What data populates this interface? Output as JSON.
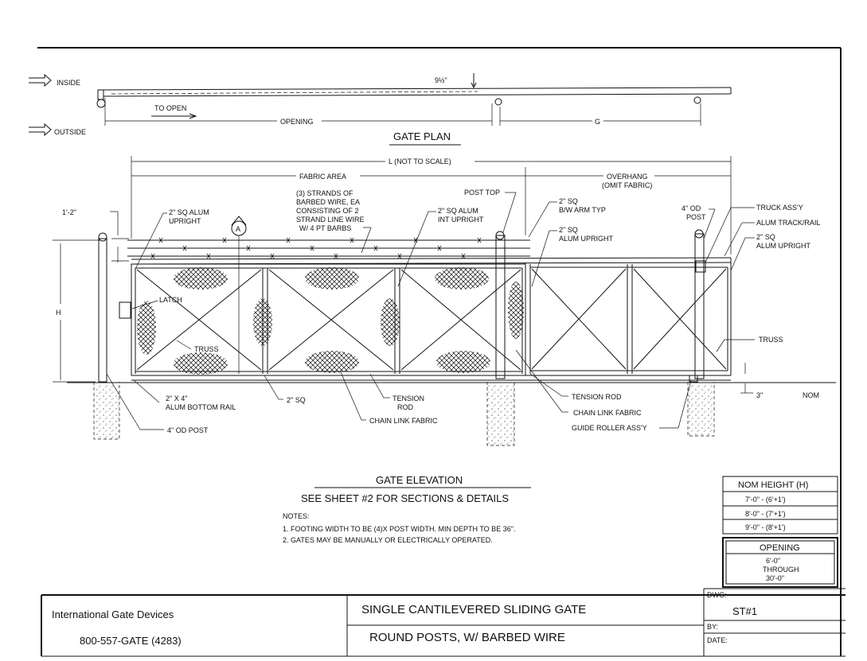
{
  "plan": {
    "inside": "INSIDE",
    "outside": "OUTSIDE",
    "offset": "9½\"",
    "to_open": "TO OPEN",
    "opening": "OPENING",
    "g": "G",
    "title": "GATE PLAN"
  },
  "elevation": {
    "l_dim": "L (NOT TO SCALE)",
    "fabric_area": "FABRIC AREA",
    "overhang": "OVERHANG",
    "omit_fabric": "(OMIT FABRIC)",
    "one_two": "1'-2\"",
    "h": "H",
    "callout_a": "A",
    "latch": "LATCH",
    "truss_left": "TRUSS",
    "truss_right": "TRUSS",
    "nom_3": "3\"",
    "nom": "NOM",
    "title": "GATE ELEVATION",
    "see_sheet": "SEE SHEET #2 FOR SECTIONS & DETAILS",
    "labels": {
      "sq_alum_upright": [
        "2\" SQ ALUM",
        "UPRIGHT"
      ],
      "barbed": [
        "(3) STRANDS OF",
        "BARBED WIRE, EA",
        "CONSISTING OF 2",
        "STRAND LINE WIRE",
        "W/ 4 PT BARBS"
      ],
      "int_upright": [
        "2\" SQ ALUM",
        "INT UPRIGHT"
      ],
      "post_top": "POST TOP",
      "bw_arm": [
        "2\" SQ",
        "B/W ARM TYP"
      ],
      "alum_upright2": [
        "2\" SQ",
        "ALUM UPRIGHT"
      ],
      "od_post_top": [
        "4\" OD",
        "POST"
      ],
      "truck": "TRUCK ASS'Y",
      "track": "ALUM TRACK/RAIL",
      "sq_right": [
        "2\" SQ",
        "ALUM UPRIGHT"
      ],
      "bottom_rail": [
        "2\" X 4\"",
        "ALUM BOTTOM RAIL"
      ],
      "two_sq": "2\" SQ",
      "tension_rod_l": [
        "TENSION",
        "ROD"
      ],
      "chain_link_l": "CHAIN LINK FABRIC",
      "od_post_bottom": "4\" OD POST",
      "tension_rod_r": "TENSION ROD",
      "chain_link_r": "CHAIN LINK FABRIC",
      "guide_roller": "GUIDE ROLLER ASS'Y"
    }
  },
  "notes": {
    "heading": "NOTES:",
    "items": [
      "1. FOOTING WIDTH TO BE (4)X POST WIDTH.  MIN DEPTH TO BE 36\".",
      "2. GATES MAY BE MANUALLY OR ELECTRICALLY OPERATED."
    ]
  },
  "height_table": {
    "header": "NOM HEIGHT (H)",
    "rows": [
      "7'-0\" - (6'+1')",
      "8'-0\" - (7'+1')",
      "9'-0\" - (8'+1')"
    ]
  },
  "opening_table": {
    "header": "OPENING",
    "lines": [
      "6'-0\"",
      "THROUGH",
      "30'-0\""
    ]
  },
  "title_block": {
    "company": "International Gate Devices",
    "phone": "800-557-GATE (4283)",
    "line1": "SINGLE CANTILEVERED SLIDING GATE",
    "line2": "ROUND POSTS, W/ BARBED WIRE",
    "dwg_label": "DWG:",
    "dwg_value": "ST#1",
    "by_label": "BY:",
    "date_label": "DATE:"
  }
}
